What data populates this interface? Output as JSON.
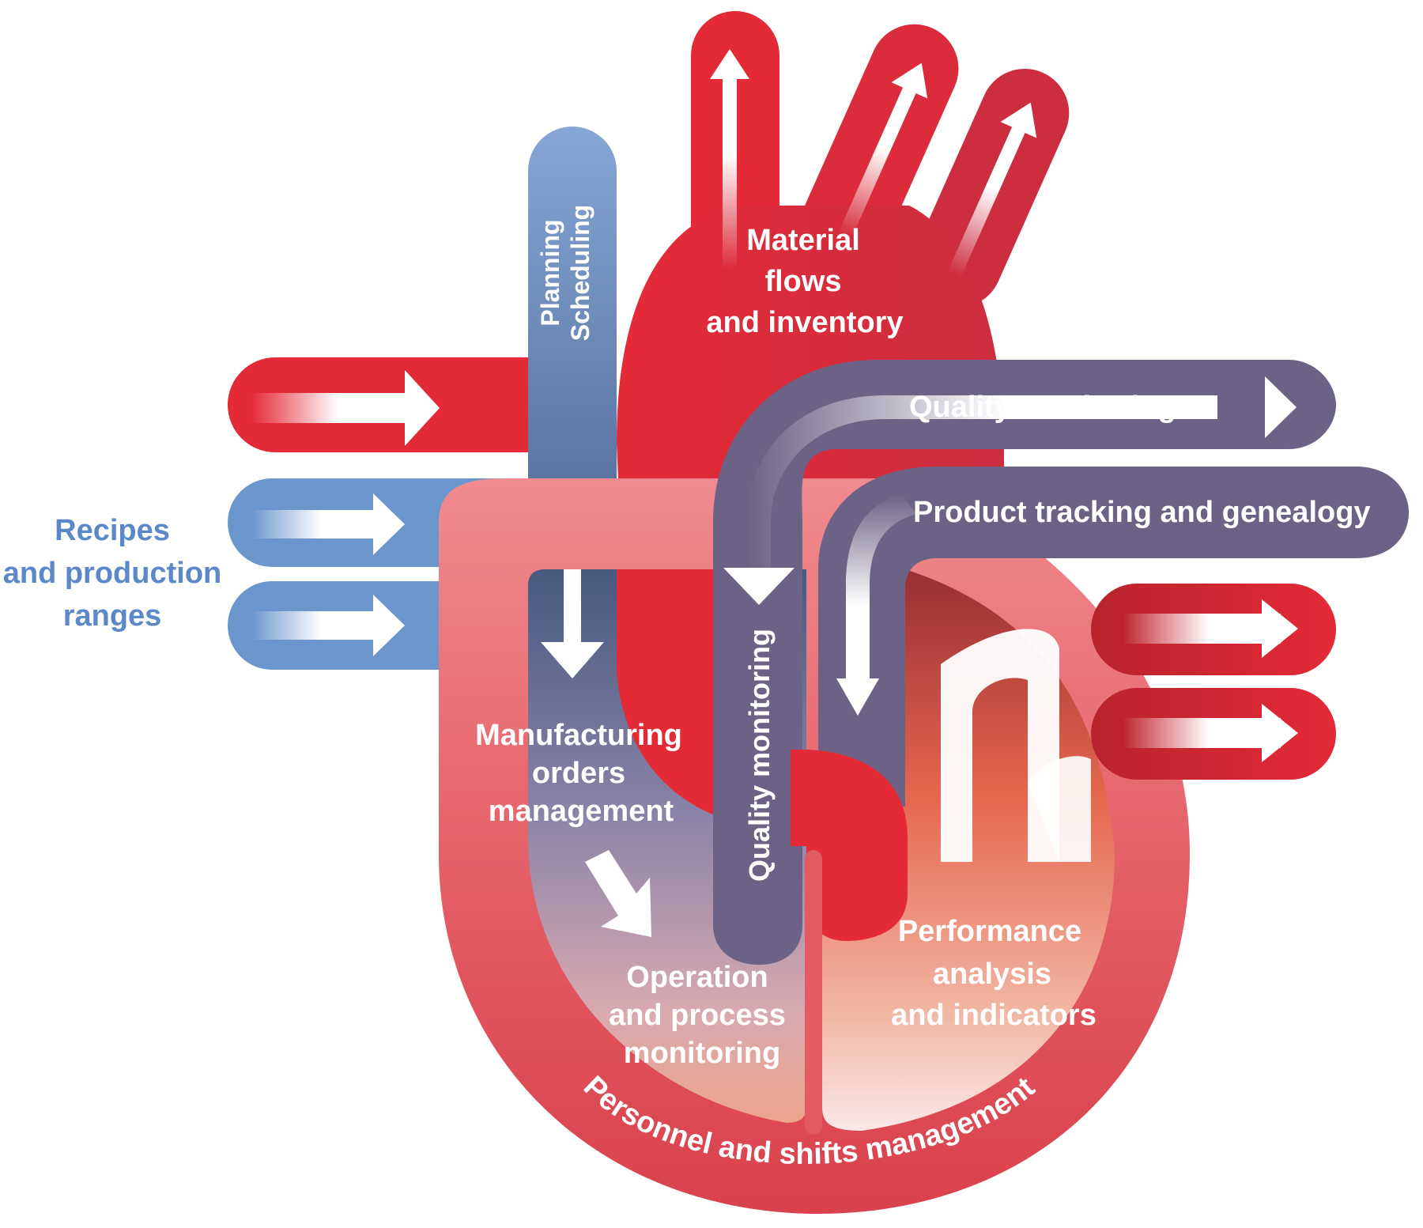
{
  "diagram": {
    "title": "MES heart diagram",
    "labels": {
      "recipes": [
        "Recipes",
        "and production",
        "ranges"
      ],
      "planning": [
        "Planning",
        "Scheduling"
      ],
      "material": [
        "Material",
        "flows",
        "and inventory"
      ],
      "quality_top": "Quality monitoring",
      "product_tracking": "Product tracking and genealogy",
      "quality_vertical": "Quality monitoring",
      "manufacturing": [
        "Manufacturing",
        "orders",
        "management"
      ],
      "operation": [
        "Operation",
        "and process",
        "monitoring"
      ],
      "performance": [
        "Performance",
        "analysis",
        "and indicators"
      ],
      "personnel": "Personnel and shifts management"
    },
    "colors": {
      "red": "#e52a37",
      "dark_red": "#c8283a",
      "pink": "#ef8a8c",
      "blue": "#6b96cd",
      "slate_blue": "#506a96",
      "purple": "#6c6285",
      "label_blue": "#5b88c8"
    }
  }
}
